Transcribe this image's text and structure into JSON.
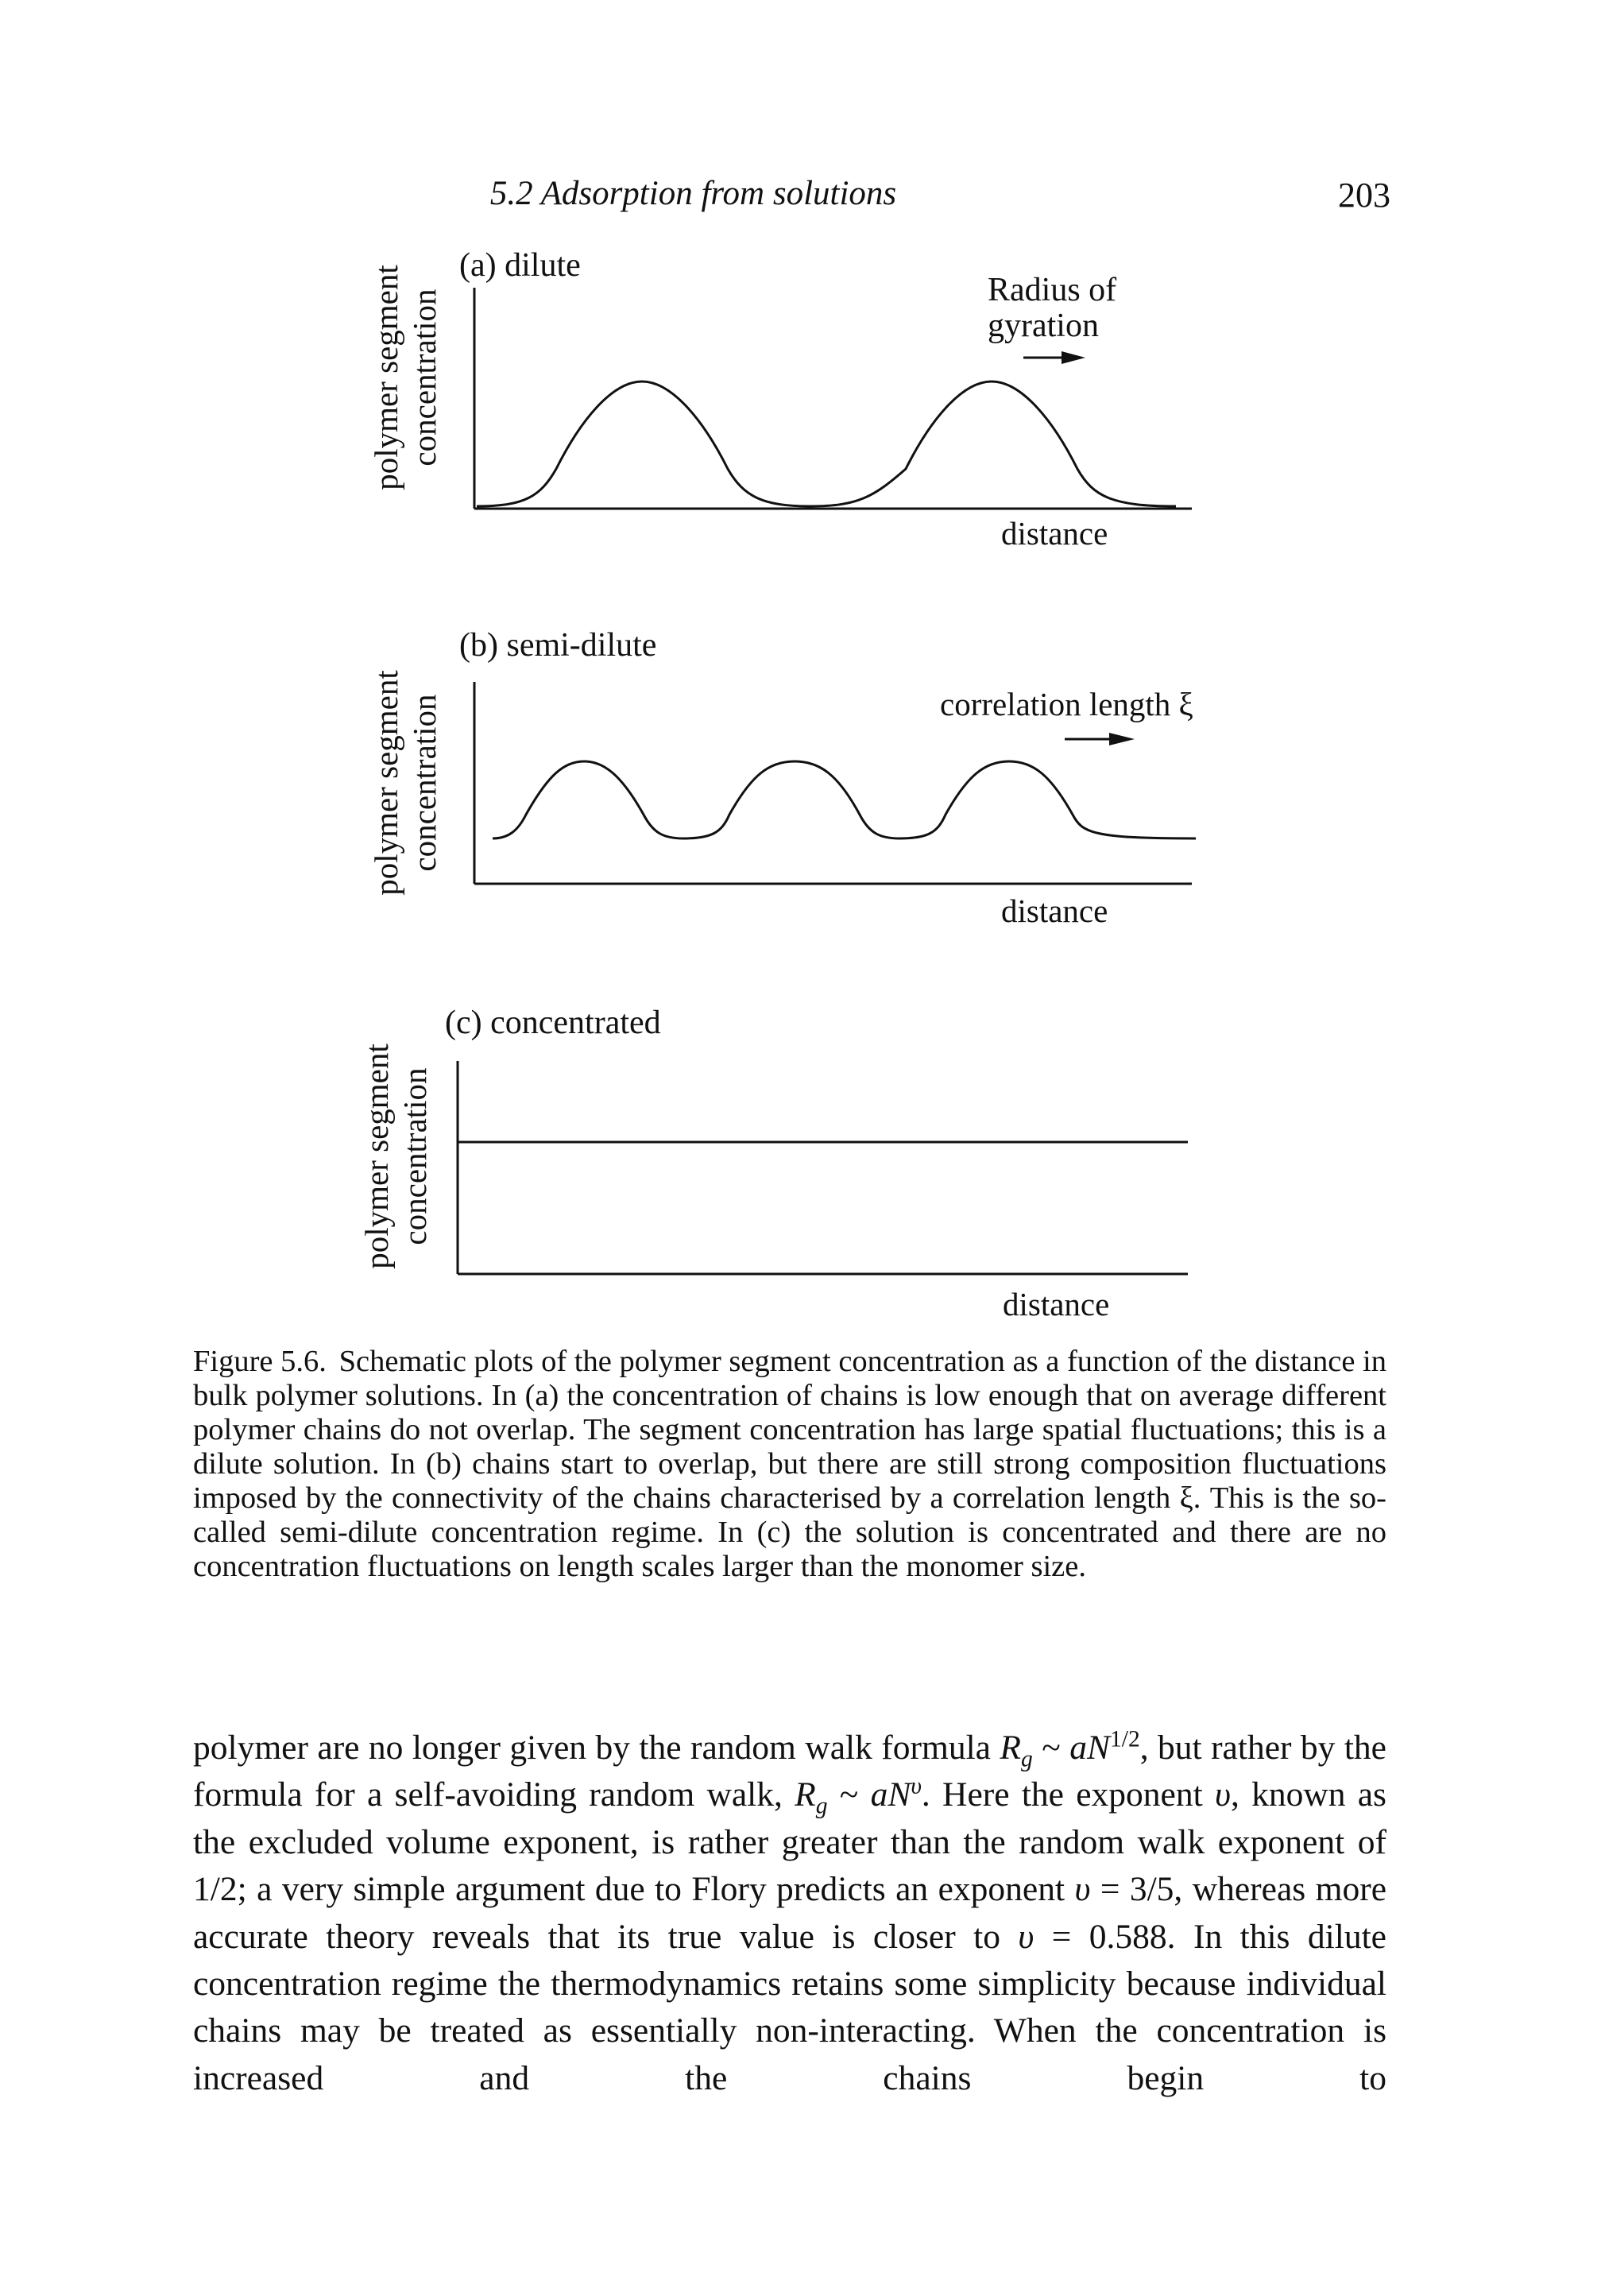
{
  "header": {
    "running_title": "5.2 Adsorption from solutions",
    "page_number": "203"
  },
  "figure": {
    "y_axis_label_line1": "polymer segment",
    "y_axis_label_line2": "concentration",
    "x_axis_label": "distance",
    "panels": [
      {
        "title": "(a) dilute",
        "annotation_line1": "Radius of",
        "annotation_line2": "gyration"
      },
      {
        "title": "(b) semi-dilute",
        "annotation_line1": "correlation length ξ"
      },
      {
        "title": "(c) concentrated"
      }
    ],
    "caption_label": "Figure 5.6.",
    "caption_text": "Schematic plots of the polymer segment concentration as a function of the distance in bulk polymer solutions. In (a) the concentration of chains is low enough that on average different polymer chains do not overlap. The segment concentration has large spatial fluctuations; this is a dilute solution. In (b) chains start to overlap, but there are still strong composition fluctuations imposed by the connectivity of the chains characterised by a correlation length ξ. This is the so-called semi-dilute concentration regime. In (c) the solution is concentrated and there are no concentration fluctuations on length scales larger than the monomer size."
  },
  "body": {
    "t1": "polymer are no longer given by the random walk formula ",
    "rg1": "R",
    "rg1_sub": "g",
    "t2": " ~ ",
    "m1": "aN",
    "m1_sup": "1/2",
    "t3": ", but rather by the formula for a self-avoiding random walk, ",
    "rg2": "R",
    "rg2_sub": "g",
    "t4": " ~ ",
    "m2": "aN",
    "m2_sup": "υ",
    "t5": ". Here the exponent ",
    "nu1": "υ",
    "t6": ", known as the excluded volume exponent, is rather greater than the random walk exponent of 1/2; a very simple argument due to Flory predicts an exponent ",
    "nu2": "υ",
    "t7": " = 3/5, whereas more accurate theory reveals that its true value is closer to ",
    "nu3": "υ",
    "t8": " = 0.588. In this dilute concentration regime the thermodynamics retains some simplicity because individual chains may be treated as essentially non-interacting. When the concentration is increased and the chains begin to"
  }
}
